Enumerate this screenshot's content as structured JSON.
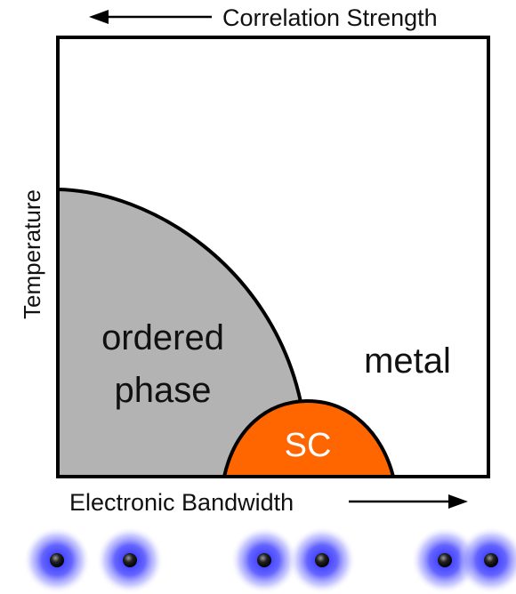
{
  "top_axis": {
    "label": "Correlation Strength",
    "arrow_direction": "left"
  },
  "y_axis": {
    "label": "Temperature"
  },
  "bottom_axis": {
    "label": "Electronic Bandwidth",
    "arrow_direction": "right"
  },
  "regions": {
    "ordered": {
      "line1": "ordered",
      "line2": "phase",
      "color": "#b3b3b3"
    },
    "sc": {
      "label": "SC",
      "color": "#ff6600"
    },
    "metal": {
      "label": "metal",
      "color": "#ffffff"
    }
  },
  "orbitals": {
    "glow_color": "#4444ff",
    "core_color": "#000000",
    "pair_count": 3
  }
}
